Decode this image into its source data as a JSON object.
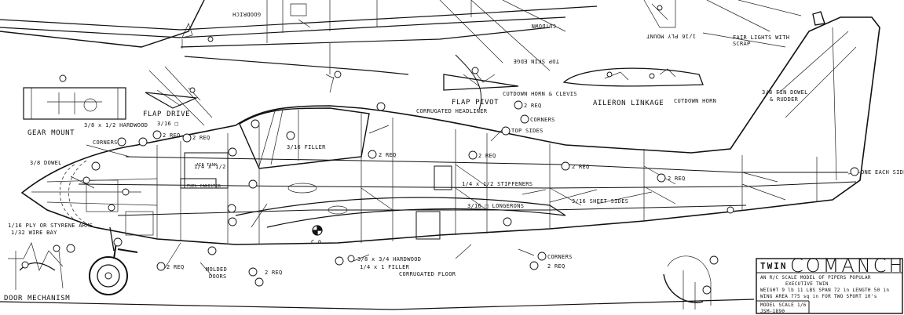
{
  "labels": {
    "corrugated_headliner": "CORRUGATED HEADLINER",
    "two_req_top": "2 REQ",
    "corners_top": "CORNERS",
    "top_sides": "TOP SIDES",
    "three_sixteenth_filler": "3/16 FILLER",
    "two_req_a": "2 REQ",
    "two_req_b": "2 REQ",
    "two_req_c": "2 REQ",
    "two_req_d": "2 REQ",
    "two_req_e": "2 REQ",
    "two_req_f": "2 REQ",
    "two_req_g": "2 REQ",
    "two_req_h": "2 REQ",
    "two_req_i": "2 REQ",
    "corners_left": "CORNERS",
    "three_eighths_dowel": "3/8 DOWEL",
    "three_sixteenth_sq": "3/16 □",
    "quarter_x_half": "1/4 x 1/2",
    "stiffeners": "1/4 x 1/2 STIFFENERS",
    "longerons": "3/16 □ LONGERONS",
    "sheet_sides": "3/16 SHEET SIDES",
    "fin_dowel": "3/8 FIN DOWEL",
    "and_rudder": "& RUDDER",
    "one_each_side": "ONE EACH SIDE",
    "fair_lights": "FAIR LIGHTS WITH",
    "scrap": "SCRAP",
    "ply_mount": "1/16 PLY MOUNT",
    "aileron_linkage": "AILERON LINKAGE",
    "cutdown_horn": "CUTDOWN HORN",
    "cutdown_horn_clevis": "CUTDOWN HORN & CLEVIS",
    "top_skin_edge": "TOP SKIN EDGE",
    "flap_pivot": "FLAP PIVOT",
    "flap_drive": "FLAP DRIVE",
    "gear_mount": "GEAR MOUNT",
    "hardwood_gear": "3/8 x 1/2 HARDWOOD",
    "ply_styrene": "1/16 PLY OR STYRENE ARMS",
    "wire_bay": "1/32 WIRE BAY",
    "door_mechanism": "DOOR MECHANISM",
    "molded_doors": "MOLDED",
    "doors": "DOORS",
    "cg": "C.G.",
    "hardwood_bottom": "3/8 x 3/4 HARDWOOD",
    "filler_bottom": "1/4 x 1 FILLER",
    "corrugated_floor": "CORRUGATED FLOOR",
    "corners_bottom": "CORNERS",
    "air_tank": "AIR TANK",
    "fuel_tank": "FUEL CANISTER",
    "cutdown_flipped": "CUTDOWN",
    "goodrich_flipped": "GOODRICH"
  },
  "title_block": {
    "twin": "TWIN",
    "name": "COMANCHE",
    "line1": "AN R/C SCALE MODEL OF PIPERS POPULAR",
    "line2": "EXECUTIVE TWIN",
    "line3": "WEIGHT 9 lb 11 LBS   SPAN 72 in   LENGTH 50 in",
    "line4": "WING AREA 775 sq in  FOR TWO SPORT 10's",
    "scale": "MODEL SCALE 1/6",
    "code": "JSM-1890"
  }
}
